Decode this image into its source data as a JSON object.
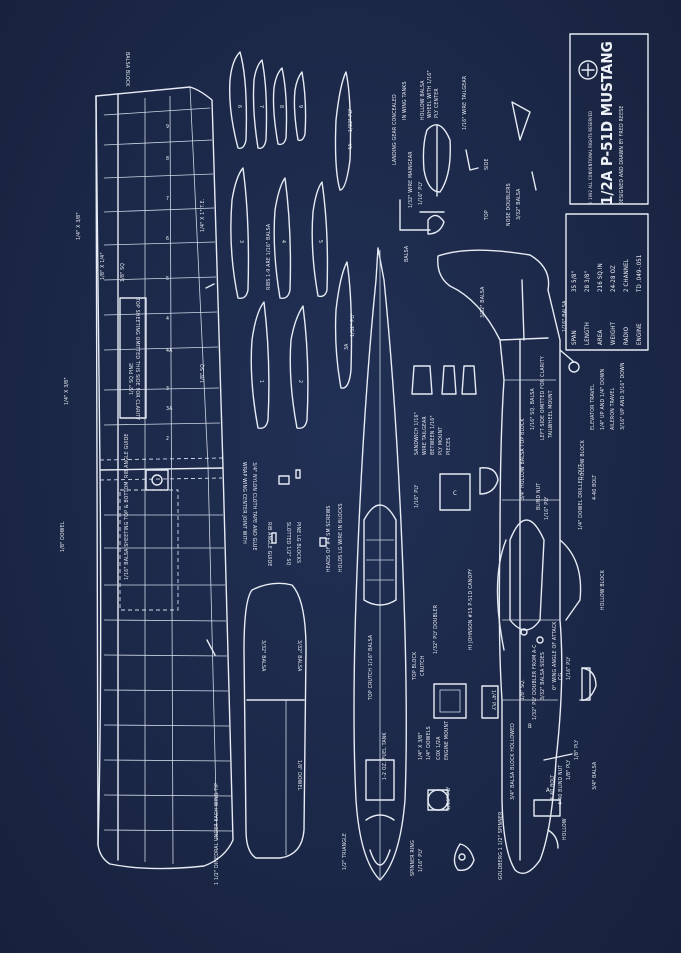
{
  "title_block": {
    "title": "1/2A P-51D MUSTANG",
    "designer": "DESIGNED AND DRAWN BY FRED REESE",
    "copyright": "© 1992 ALL CONVENTIONAL RIGHTS RESERVED"
  },
  "specs": [
    {
      "label": "SPAN",
      "value": "35 5/8\""
    },
    {
      "label": "LENGTH",
      "value": "28 3/8\""
    },
    {
      "label": "AREA",
      "value": "216 SQ.IN"
    },
    {
      "label": "WEIGHT",
      "value": "24-28 OZ"
    },
    {
      "label": "RADIO",
      "value": "2 CHANNEL"
    },
    {
      "label": "ENGINE",
      "value": "TD .049-.051"
    }
  ],
  "wing_labels": {
    "balsa_block": "BALSA BLOCK",
    "spar_top": "1/4\" X 3/8\"",
    "spar_mid": "1/8\" X 1/4\"",
    "sq_a": "1/8\" SQ",
    "sq_b": "1/8\" SQ",
    "te": "1/4\" X 1\" T.E.",
    "top_sheeting": "TOP SHEETING OMITTED THIS SIDE FOR CLARITY",
    "pine": "1/2\" SQ PINE",
    "le_spar": "1/4\" X 3/8\"",
    "rib_guide": "RIB ANGLE GUIDE",
    "balsa_sheeting": "1/16\" BALSA SHEETING TOP & BOTTOM",
    "dowel": "1/8\" DOWEL",
    "dihedral": "1 1/2\" DIHEDRAL UNDER EACH WING TIP",
    "wrap": "WRAP WING CENTER JOINT WITH",
    "nylon": "3/4\" NYLON CLOTH TAPE AND GLUE",
    "rib_angle": "RIB ANGLE GUIDE",
    "slotted": "SLOTTED 1/2\" SQ",
    "pine_blocks": "PINE LG BLOCKS",
    "rib_numbers": [
      "1",
      "2",
      "3",
      "3A",
      "4",
      "4A",
      "5",
      "6",
      "7",
      "8",
      "9"
    ]
  },
  "rib_labels": {
    "ribs_note": "RIBS 1-9 ARE 1/16\" BALSA",
    "ply_4a": "1/32\" PLY",
    "ply_3a": "1/32\" PLY",
    "r4a": "4A",
    "r3a": "3A",
    "rib_nums": [
      "6",
      "7",
      "8",
      "9",
      "3",
      "4",
      "5",
      "1",
      "2"
    ],
    "screws": "HEADS OF #4 SM SCREWS",
    "holds": "HOLDS LG WIRE IN BLOCKS"
  },
  "stab_labels": {
    "balsa_a": "3/32\" BALSA",
    "balsa_b": "3/32\" BALSA",
    "dowel": "1/8\" DOWEL",
    "triangle": "1/2\" TRIANGLE"
  },
  "fuse_top_labels": {
    "crutch": "TOP CRUTCH 1/16\" BALSA",
    "fuel": "1-2 OZ. FUEL TANK",
    "top_block": "TOP BLOCK",
    "crutch2": "CRUTCH",
    "doubler": "1/32\" PLY DOUBLER",
    "canopy": "HI JOHNSON #15 P-51D CANOPY",
    "dowels": "1/4\" X 3/8\"",
    "dowels2": "1/4\" DOWELS",
    "cox": "COX 1/2A",
    "mount": "ENGINE MOUNT",
    "spinner_ring": "SPINNER RING",
    "spinner_ply": "1/16\" PLY",
    "spinner": "GOLDBERG 1 1/2\" SPINNER",
    "ply_quarter": "1/4\" PLY",
    "ply_sixteenth": "1/16\" PLY"
  },
  "gear_labels": {
    "landing": "LANDING GEAR CONCEALED",
    "tanks": "IN WING TANKS",
    "wire": "1/32\" WIRE MAINGEAR",
    "ply": "1/16\" PLY",
    "hollow": "HOLLOW BALSA",
    "wheel": "WHEEL WITH 1/16\"",
    "center": "PLY CENTER",
    "balsa": "BALSA",
    "tailgear": "1/16\" WIRE TAILGEAR",
    "top": "TOP",
    "side": "SIDE",
    "nose": "NOSE DOUBLERS",
    "nose2": "3/32\" BALSA",
    "sandwich": "SANDWICH 1/16\"",
    "wire_tg": "WIRE TAILGEAR",
    "between": "BETWEEN 1/16\"",
    "ply_mount": "PLY MOUNT",
    "pieces": "PIECES",
    "c": "C",
    "ply_c": "1/16\" PLY"
  },
  "fuse_side_labels": {
    "fin_balsa": "3/32\" BALSA",
    "rudder": "1/16\" BALSA",
    "hollow_top": "3/4\" HOLLOW BALSA TOP BLOCK",
    "sq_balsa": "1/16\" SQ. BALSA",
    "left_side": "LEFT SIDE OMITTED FOR CLARITY",
    "tailwheel": "TAILWHEEL MOUNT",
    "blind_nut": "BLIND NUT",
    "ply2": "1/16\" PLY",
    "dowel_drilled": "1/4\" DOWEL DRILLED OUT",
    "bolt": "4-40 BOLT",
    "hollow_block": "HOLLOW BLOCK",
    "hollow_block2": "HOLLOW BLOCK",
    "doubler": "1/32\" PLY DOUBLER FROM A-C",
    "sides": "3/32\" BALSA SIDES",
    "wing_angle": "0° WING ANGLE OF ATTACK",
    "cg": "CG",
    "ply3": "1/16\" PLY",
    "hollowed": "3/4\" BALSA BLOCK HOLLOWED",
    "sq2": "1/8\" SQ.",
    "bolt2": "4-40 BOLT",
    "blind2": "4-40 BLIND NUT",
    "ply4": "1/8\" PLY",
    "ply5": "1/8\" PLY",
    "balsa": "3/4\" BALSA",
    "hollow_nose": "HOLLOW",
    "a": "A",
    "b": "B",
    "elevator": "ELEVATOR TRAVEL",
    "elevator_vals": "1/4\" UP AND 1/4\" DOWN",
    "aileron": "AILERON TRAVEL",
    "aileron_vals": "3/16\" UP AND 3/16\" DOWN"
  }
}
